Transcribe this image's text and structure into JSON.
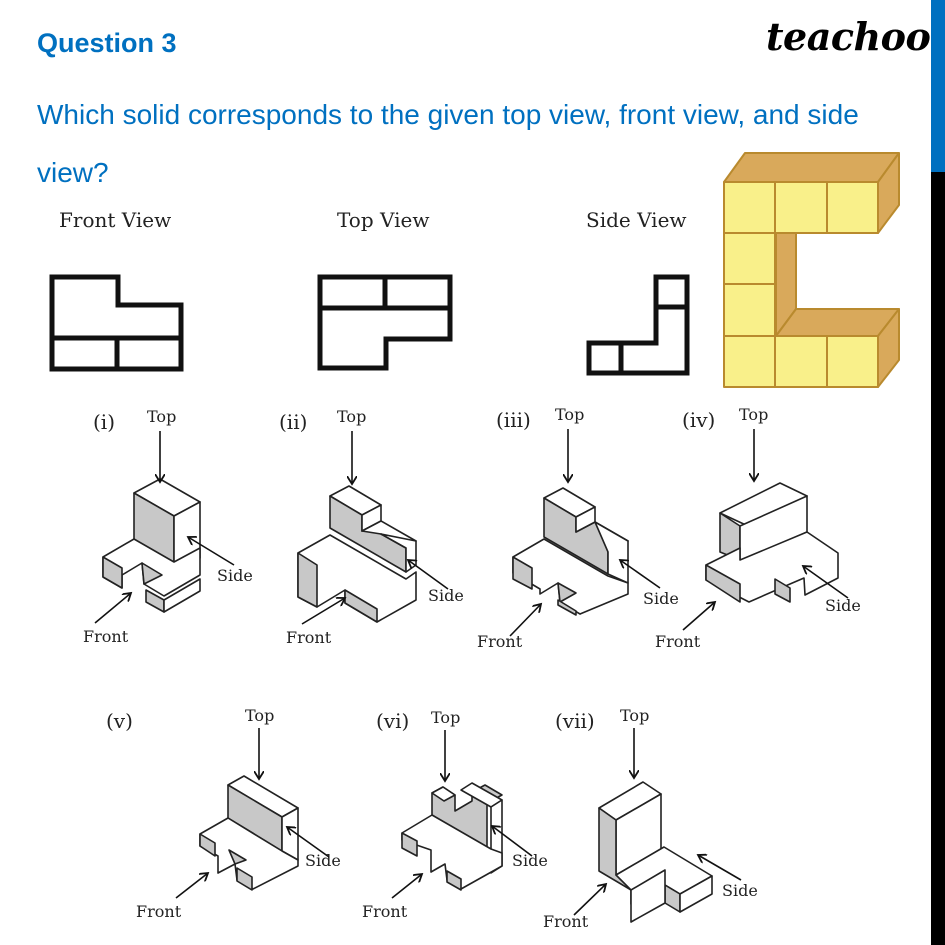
{
  "header": {
    "question_title": "Question 3",
    "question_text": "Which solid corresponds to the given top view, front view, and side view?",
    "logo": "teachoo"
  },
  "colors": {
    "accent_blue": "#0070C0",
    "cube_face": "#F9F08A",
    "cube_side": "#D9A95B",
    "cube_edge": "#B98A2E",
    "shade_grey": "#C8C8C8"
  },
  "views": [
    {
      "label": "Front View",
      "icon": "front-view-outline"
    },
    {
      "label": "Top View",
      "icon": "top-view-outline"
    },
    {
      "label": "Side View",
      "icon": "side-view-outline"
    }
  ],
  "answer_illustration": {
    "description": "C-shaped yellow cube solid",
    "cubes": 8
  },
  "options": [
    {
      "label": "(i)",
      "top": "Top",
      "front": "Front",
      "side": "Side"
    },
    {
      "label": "(ii)",
      "top": "Top",
      "front": "Front",
      "side": "Side"
    },
    {
      "label": "(iii)",
      "top": "Top",
      "front": "Front",
      "side": "Side"
    },
    {
      "label": "(iv)",
      "top": "Top",
      "front": "Front",
      "side": "Side"
    },
    {
      "label": "(v)",
      "top": "Top",
      "front": "Front",
      "side": "Side"
    },
    {
      "label": "(vi)",
      "top": "Top",
      "front": "Front",
      "side": "Side"
    },
    {
      "label": "(vii)",
      "top": "Top",
      "front": "Front",
      "side": "Side"
    }
  ]
}
